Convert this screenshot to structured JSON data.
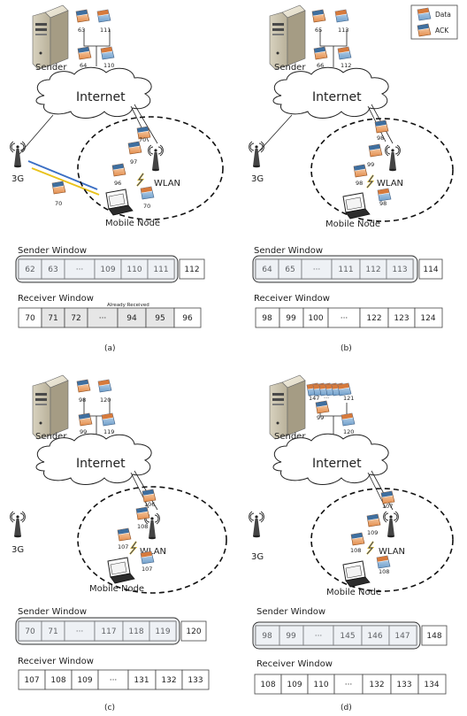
{
  "legend": {
    "data_label": "Data",
    "ack_label": "ACK"
  },
  "panels": [
    {
      "caption": "(a)",
      "sender_label": "Sender",
      "internet_label": "Internet",
      "cell_label": "3G",
      "wlan_label": "WLAN",
      "mobile_label": "Mobile Node",
      "sender_pkts": [
        "63",
        "111",
        "64",
        "110"
      ],
      "field_pkts": [
        "70",
        "97",
        "96",
        "70",
        "70"
      ],
      "sender_window_title": "Sender Window",
      "sender_window": [
        "62",
        "63",
        "···",
        "109",
        "110",
        "111",
        "112"
      ],
      "receiver_window_title": "Receiver Window",
      "receiver_window": [
        "70",
        "71",
        "72",
        "···",
        "94",
        "95",
        "96"
      ],
      "receiver_note": "Already Received"
    },
    {
      "caption": "(b)",
      "sender_label": "Sender",
      "internet_label": "Internet",
      "cell_label": "3G",
      "wlan_label": "WLAN",
      "mobile_label": "Mobile Node",
      "sender_pkts": [
        "65",
        "113",
        "66",
        "112"
      ],
      "field_pkts": [
        "98",
        "99",
        "98",
        "98"
      ],
      "sender_window_title": "Sender Window",
      "sender_window": [
        "64",
        "65",
        "···",
        "111",
        "112",
        "113",
        "114"
      ],
      "receiver_window_title": "Receiver Window",
      "receiver_window": [
        "98",
        "99",
        "100",
        "···",
        "122",
        "123",
        "124"
      ]
    },
    {
      "caption": "(c)",
      "sender_label": "Sender",
      "internet_label": "Internet",
      "cell_label": "3G",
      "wlan_label": "WLAN",
      "mobile_label": "Mobile Node",
      "sender_pkts": [
        "98",
        "120",
        "99",
        "119"
      ],
      "field_pkts": [
        "106",
        "108",
        "107",
        "107"
      ],
      "sender_window_title": "Sender Window",
      "sender_window": [
        "70",
        "71",
        "···",
        "117",
        "118",
        "119",
        "120"
      ],
      "receiver_window_title": "Receiver Window",
      "receiver_window": [
        "107",
        "108",
        "109",
        "···",
        "131",
        "132",
        "133"
      ]
    },
    {
      "caption": "(d)",
      "sender_label": "Sender",
      "internet_label": "Internet",
      "cell_label": "3G",
      "wlan_label": "WLAN",
      "mobile_label": "Mobile Node",
      "sender_pkts": [
        "147",
        "···",
        "121",
        "99",
        "120"
      ],
      "field_pkts": [
        "107",
        "109",
        "108",
        "108"
      ],
      "sender_window_title": "Sender Window",
      "sender_window": [
        "98",
        "99",
        "···",
        "145",
        "146",
        "147",
        "148"
      ],
      "receiver_window_title": "Receiver Window",
      "receiver_window": [
        "108",
        "109",
        "110",
        "···",
        "132",
        "133",
        "134"
      ]
    }
  ]
}
